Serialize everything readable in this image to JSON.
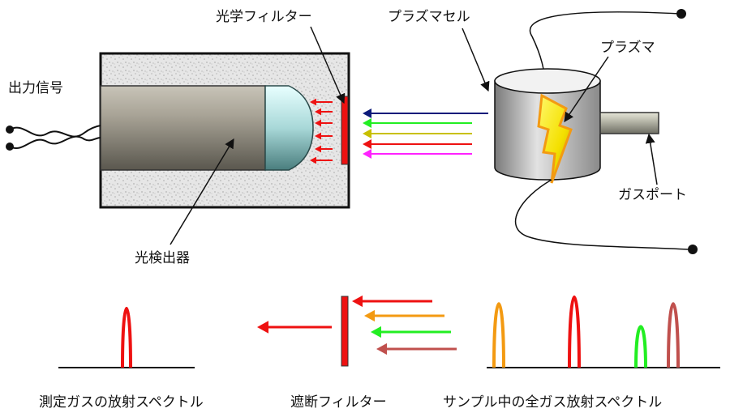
{
  "labels": {
    "output_signal": "出力信号",
    "optical_filter": "光学フィルター",
    "plasma_cell": "プラズマセル",
    "plasma": "プラズマ",
    "gas_port": "ガスポート",
    "photodetector": "光検出器",
    "measured_spectrum": "測定ガスの放射スペクトル",
    "blocking_filter": "遮断フィルター",
    "sample_spectrum": "サンプル中の全ガス放射スペクトル"
  },
  "colors": {
    "red": "#ee1111",
    "orange": "#f39a12",
    "green": "#22ee22",
    "brown": "#c0504d",
    "navy": "#0d1b7a",
    "olive": "#c8c000",
    "magenta": "#ff22ff",
    "plasma_yellow": "#f8f020"
  },
  "incoming_beam_colors": [
    "navy",
    "green",
    "olive",
    "red",
    "magenta"
  ],
  "filter_input_colors": [
    "red",
    "orange",
    "green",
    "brown"
  ],
  "sample_peak_colors": [
    "orange",
    "red",
    "green",
    "brown"
  ]
}
